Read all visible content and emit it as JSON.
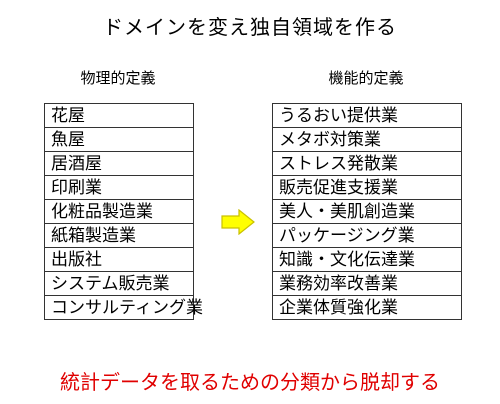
{
  "title": "ドメインを変え独自領域を作る",
  "physical": {
    "heading": "物理的定義",
    "items": [
      "花屋",
      "魚屋",
      "居酒屋",
      "印刷業",
      "化粧品製造業",
      "紙箱製造業",
      "出版社",
      "システム販売業",
      "コンサルティング業"
    ]
  },
  "functional": {
    "heading": "機能的定義",
    "items": [
      "うるおい提供業",
      "メタボ対策業",
      "ストレス発散業",
      "販売促進支援業",
      "美人・美肌創造業",
      "パッケージング業",
      "知識・文化伝達業",
      "業務効率改善業",
      "企業体質強化業"
    ]
  },
  "footer": "統計データを取るための分類から脱却する",
  "colors": {
    "arrow_fill": "#ffff00",
    "arrow_stroke": "#c9c000",
    "footer_text": "#e00000"
  }
}
